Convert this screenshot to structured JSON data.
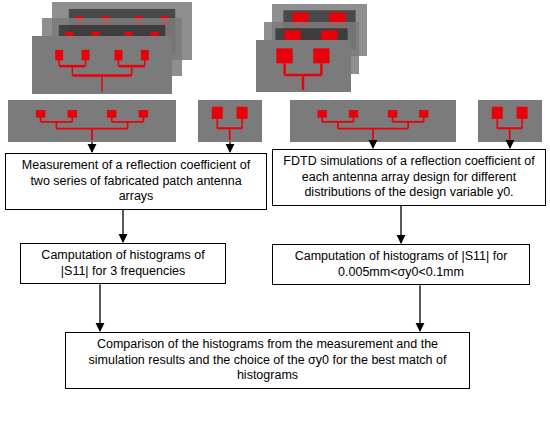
{
  "diagram": {
    "nodes": [
      {
        "text": [
          "Measurement of a reflection coefficient of two series of fabricated patch antenna arrays"
        ]
      },
      {
        "text": [
          "FDTD simulations of a reflection coefficient of each antenna array design for different distributions of the design variable y0."
        ]
      },
      {
        "text": [
          "Camputation of histograms of |S11| for 3 frequencies"
        ]
      },
      {
        "text": [
          "Camputation of histograms of |S11| for 0.005mm<σy0<0.1mm"
        ]
      },
      {
        "text": [
          "Comparison of the histograms from the measurement and the simulation results and the choice of the σy0 for the best match of histograms"
        ]
      }
    ],
    "edges": [
      {
        "from": 0,
        "to": 2,
        "arrow": "to"
      },
      {
        "from": 1,
        "to": 3,
        "arrow": "to"
      },
      {
        "from": 2,
        "to": 4,
        "arrow": "to"
      },
      {
        "from": 3,
        "to": 4,
        "arrow": "to"
      }
    ]
  }
}
